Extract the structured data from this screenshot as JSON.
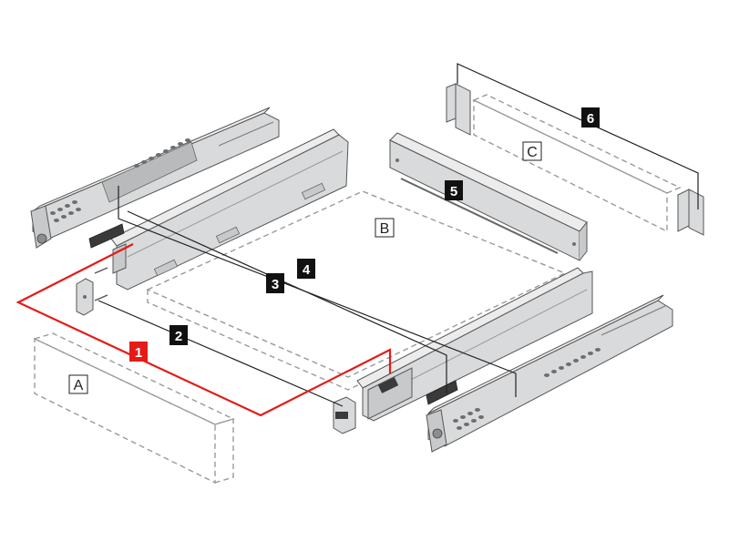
{
  "diagram": {
    "title": "Drawer system exploded assembly",
    "colors": {
      "metal": "#d9dadb",
      "metal_dark": "#b9babb",
      "metal_light": "#ececec",
      "outline": "#555555",
      "dashed": "#9a9a9a",
      "leader": "#222222",
      "badge_bg": "#111111",
      "badge_text": "#ffffff",
      "accent_red": "#e41b17",
      "hole": "#6d6e70"
    },
    "callouts": [
      {
        "id": "1",
        "label": "1",
        "name": "front-fixing-bracket"
      },
      {
        "id": "2",
        "label": "2",
        "name": "rear-bracket"
      },
      {
        "id": "3",
        "label": "3",
        "name": "left-drawer-side"
      },
      {
        "id": "4",
        "label": "4",
        "name": "right-drawer-side"
      },
      {
        "id": "5",
        "label": "5",
        "name": "back-panel"
      },
      {
        "id": "6",
        "label": "6",
        "name": "back-brackets"
      }
    ],
    "letters": [
      {
        "id": "A",
        "label": "A",
        "name": "front-panel-outline"
      },
      {
        "id": "B",
        "label": "B",
        "name": "bottom-panel-outline"
      },
      {
        "id": "C",
        "label": "C",
        "name": "back-panel-outline"
      }
    ]
  }
}
